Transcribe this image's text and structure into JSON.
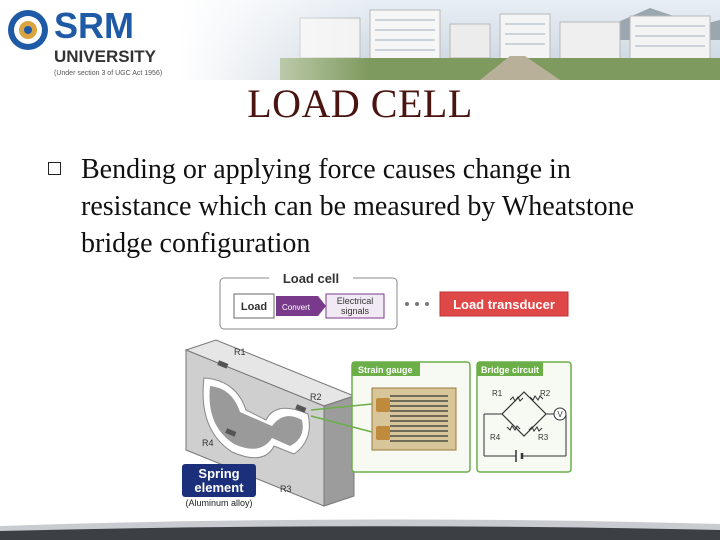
{
  "header": {
    "logo": {
      "name": "SRM",
      "subtitle": "UNIVERSITY",
      "note": "(Under section 3 of UGC Act 1956)"
    }
  },
  "slide": {
    "title": "LOAD CELL",
    "bullets": [
      "Bending or applying force causes change in resistance which can be measured by Wheatstone bridge configuration"
    ]
  },
  "figure": {
    "load_cell_title": "Load cell",
    "load_label": "Load",
    "convert_label": "Convert",
    "electrical_signals_line1": "Electrical",
    "electrical_signals_line2": "signals",
    "load_transducer_label": "Load transducer",
    "resistor_labels": [
      "R1",
      "R2",
      "R3",
      "R4"
    ],
    "strain_gauge_title": "Strain gauge",
    "bridge_circuit_title": "Bridge circuit",
    "spring_element_line1": "Spring",
    "spring_element_line2": "element",
    "material_note": "(Aluminum alloy)",
    "voltmeter_symbol": "V"
  },
  "colors": {
    "title": "#4a1410",
    "logo_blue": "#1f5aa6",
    "accent_red": "#e04848",
    "green": "#6cae48",
    "purple": "#7a3a8c",
    "spring_navy": "#1c2f7a"
  }
}
